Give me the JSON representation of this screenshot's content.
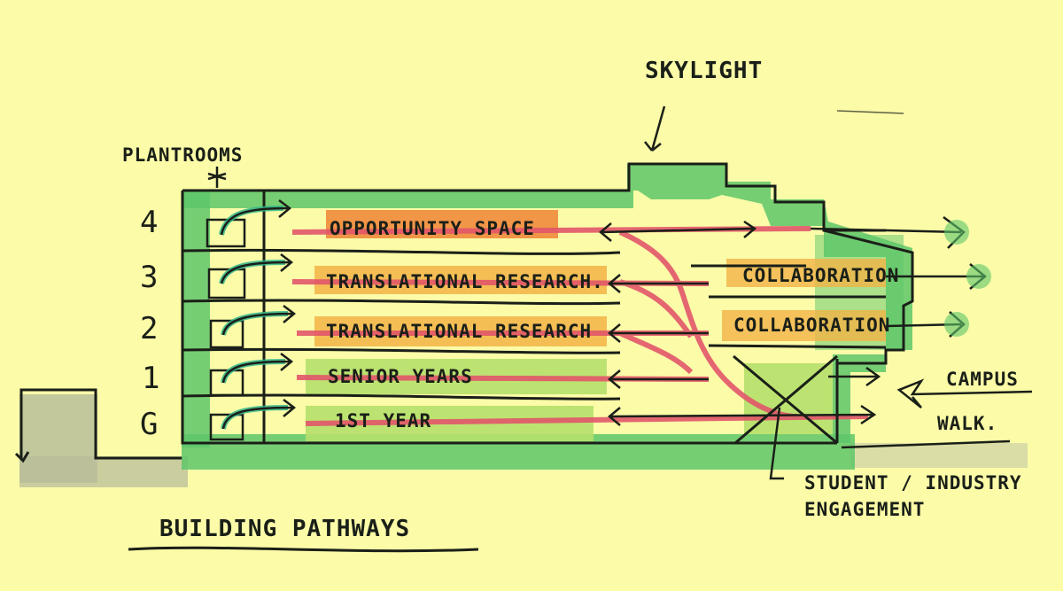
{
  "title": "BUILDING PATHWAYS",
  "annotations": {
    "plantrooms": "PLANTROOMS",
    "skylight": "SKYLIGHT",
    "campus_walk_line1": "CAMPUS",
    "campus_walk_line2": "WALK.",
    "engagement_line1": "STUDENT / INDUSTRY",
    "engagement_line2": "ENGAGEMENT"
  },
  "floors": [
    {
      "level": "4",
      "label": "OPPORTUNITY SPACE",
      "highlight": "#f08a3c",
      "east_label": ""
    },
    {
      "level": "3",
      "label": "TRANSLATIONAL RESEARCH.",
      "highlight": "#f2b347",
      "east_label": "COLLABORATION"
    },
    {
      "level": "2",
      "label": "TRANSLATIONAL RESEARCH",
      "highlight": "#f2b347",
      "east_label": "COLLABORATION"
    },
    {
      "level": "1",
      "label": "SENIOR YEARS",
      "highlight": "#b5e06a",
      "east_label": ""
    },
    {
      "level": "G",
      "label": "1ST YEAR",
      "highlight": "#b5e06a",
      "east_label": ""
    }
  ],
  "colors": {
    "paper": "#fbfba8",
    "ink": "#1a1f18",
    "green_marker": "#5ec66a",
    "teal_marker": "#2fb58a",
    "red_marker": "#e2566a",
    "grey_marker": "#b9bd9a"
  }
}
